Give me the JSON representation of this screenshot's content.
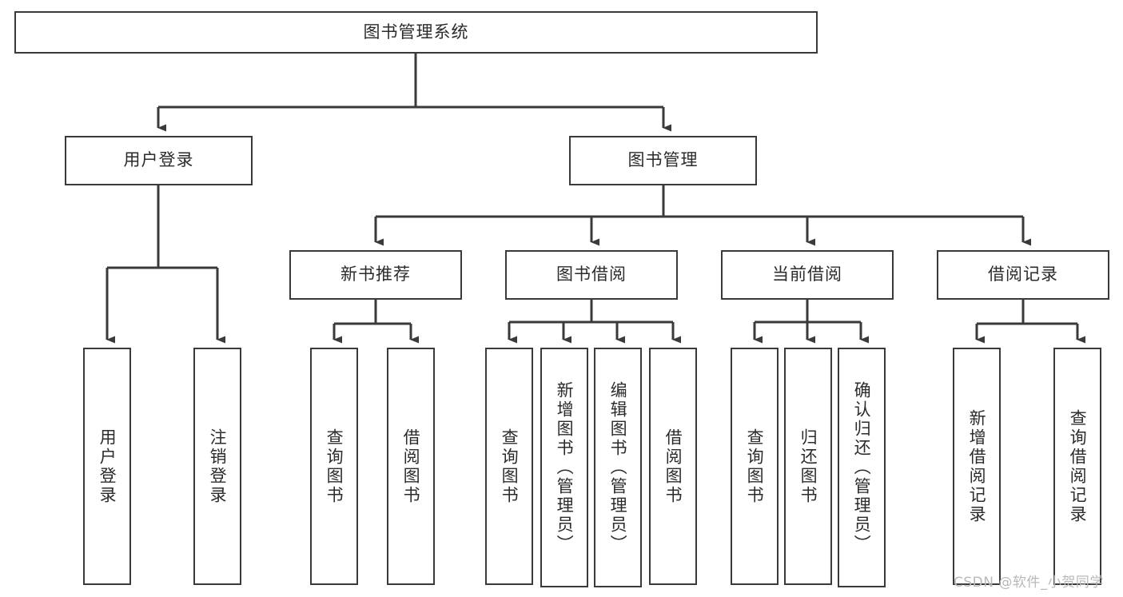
{
  "diagram": {
    "title": "图书管理系统",
    "type": "functional-structure-tree",
    "watermark": "CSDN @软件_小贺同学",
    "colors": {
      "box_border": "#3a3a3a",
      "box_fill": "#ffffff",
      "connector": "#3a3a3a",
      "text": "#2b2b2b",
      "watermark": "#b9b9b9",
      "background": "#ffffff"
    },
    "levels": {
      "root": {
        "label": "图书管理系统"
      },
      "level2": [
        {
          "id": "user-login",
          "label": "用户登录"
        },
        {
          "id": "book-manage",
          "label": "图书管理"
        }
      ],
      "level3": [
        {
          "id": "new-book-recommend",
          "label": "新书推荐",
          "parent": "book-manage"
        },
        {
          "id": "book-borrow",
          "label": "图书借阅",
          "parent": "book-manage"
        },
        {
          "id": "current-borrow",
          "label": "当前借阅",
          "parent": "book-manage"
        },
        {
          "id": "borrow-record",
          "label": "借阅记录",
          "parent": "book-manage"
        }
      ],
      "leaves": [
        {
          "id": "leaf-user-login",
          "label": "用户登录",
          "parent": "user-login"
        },
        {
          "id": "leaf-user-logout",
          "label": "注销登录",
          "parent": "user-login"
        },
        {
          "id": "leaf-rec-query-book",
          "label": "查询图书",
          "parent": "new-book-recommend"
        },
        {
          "id": "leaf-rec-borrow-book",
          "label": "借阅图书",
          "parent": "new-book-recommend"
        },
        {
          "id": "leaf-borrow-query-book",
          "label": "查询图书",
          "parent": "book-borrow"
        },
        {
          "id": "leaf-borrow-add-book",
          "label": "新增图书（管理员）",
          "parent": "book-borrow"
        },
        {
          "id": "leaf-borrow-edit-book",
          "label": "编辑图书（管理员）",
          "parent": "book-borrow"
        },
        {
          "id": "leaf-borrow-borrow-book",
          "label": "借阅图书",
          "parent": "book-borrow"
        },
        {
          "id": "leaf-cur-query-book",
          "label": "查询图书",
          "parent": "current-borrow"
        },
        {
          "id": "leaf-cur-return-book",
          "label": "归还图书",
          "parent": "current-borrow"
        },
        {
          "id": "leaf-cur-confirm-return",
          "label": "确认归还（管理员）",
          "parent": "current-borrow"
        },
        {
          "id": "leaf-rec-add-record",
          "label": "新增借阅记录",
          "parent": "borrow-record"
        },
        {
          "id": "leaf-rec-query-record",
          "label": "查询借阅记录",
          "parent": "borrow-record"
        }
      ]
    }
  }
}
